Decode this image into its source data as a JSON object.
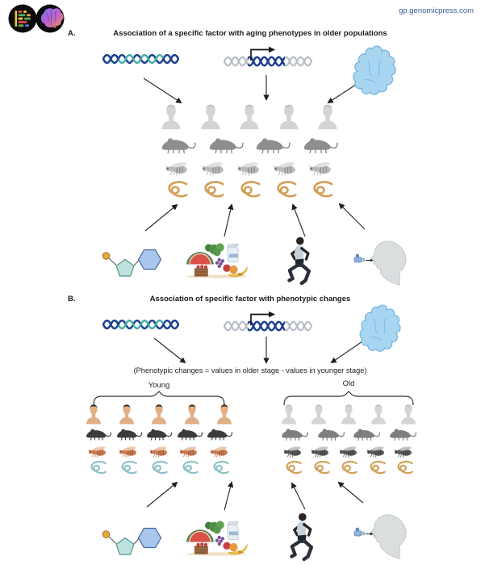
{
  "header": {
    "url": "gp.genomicpress.com",
    "logo_icons": [
      "genomic-bars-logo",
      "brain-logo"
    ]
  },
  "panel_a": {
    "label": "A.",
    "title": "Association of a specific factor with aging phenotypes in older populations",
    "top_factors": [
      "dna-helix",
      "gene-expression-promoter",
      "protein"
    ],
    "organisms": [
      {
        "species": "human",
        "variant": "human-old",
        "count": 5
      },
      {
        "species": "mouse",
        "variant": "mouse-gray",
        "count": 4
      },
      {
        "species": "fly",
        "variant": "fly-light",
        "count": 5
      },
      {
        "species": "worm",
        "variant": "worm-tan",
        "count": 5
      }
    ],
    "bottom_factors": [
      "nucleotide-molecule",
      "diet-food",
      "physical-exercise",
      "breath-inhaler"
    ]
  },
  "panel_b": {
    "label": "B.",
    "title": "Association of specific factor with phenotypic changes",
    "equation": "(Phenotypic changes  =  values in older stage - values in younger stage)",
    "top_factors": [
      "dna-helix",
      "gene-expression-promoter",
      "protein"
    ],
    "groups": [
      {
        "label": "Young",
        "organisms": [
          {
            "species": "human",
            "variant": "human-young",
            "count": 5
          },
          {
            "species": "mouse",
            "variant": "mouse-dark",
            "count": 5
          },
          {
            "species": "fly",
            "variant": "fly-orange",
            "count": 5
          },
          {
            "species": "worm",
            "variant": "worm-teal",
            "count": 5
          }
        ]
      },
      {
        "label": "Old",
        "organisms": [
          {
            "species": "human",
            "variant": "human-old",
            "count": 5
          },
          {
            "species": "mouse",
            "variant": "mouse-oldgray",
            "count": 4
          },
          {
            "species": "fly",
            "variant": "fly-dark",
            "count": 5
          },
          {
            "species": "worm",
            "variant": "worm-tan",
            "count": 5
          }
        ]
      }
    ],
    "bottom_factors": [
      "nucleotide-molecule",
      "diet-food",
      "physical-exercise",
      "breath-inhaler"
    ]
  },
  "colors": {
    "url_text": "#3b5a9c",
    "dna_blue": "#1d3f8f",
    "dna_teal": "#43b0a8",
    "gene_gray": "#b7bdc6",
    "protein_fill": "#a8d5f0",
    "worm_tan": "#d2a058",
    "worm_teal": "#8fc0c8",
    "fly_orange": "#c97a50",
    "mouse_dark": "#3b3b3b",
    "arrow": "#2a2a2a"
  }
}
